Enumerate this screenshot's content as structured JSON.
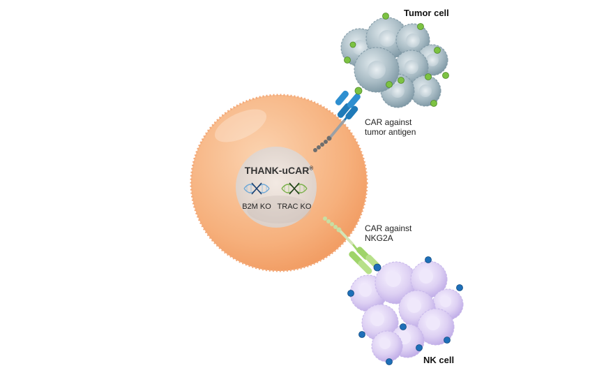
{
  "center_cell": {
    "title": "THANK-uCAR",
    "title_mark": "®"
  },
  "knockouts": [
    {
      "label": "B2M KO",
      "icon": "dna-crossed-blue-icon"
    },
    {
      "label": "TRAC KO",
      "icon": "dna-crossed-green-icon"
    }
  ],
  "tumor": {
    "label": "Tumor cell"
  },
  "nk": {
    "label": "NK cell"
  },
  "car_tumor": {
    "line1": "CAR against",
    "line2": "tumor antigen"
  },
  "car_nkg2a": {
    "line1": "CAR against",
    "line2": "NKG2A"
  },
  "colors": {
    "cell_orange": "#f7b98a",
    "tumor_grey": "#8fa7b3",
    "tumor_antigen": "#7cc242",
    "nk_purple": "#d8ccf0",
    "nk_receptor": "#1e6fb8",
    "car_blue": "#1f7ab8",
    "car_green": "#9fd46a"
  }
}
